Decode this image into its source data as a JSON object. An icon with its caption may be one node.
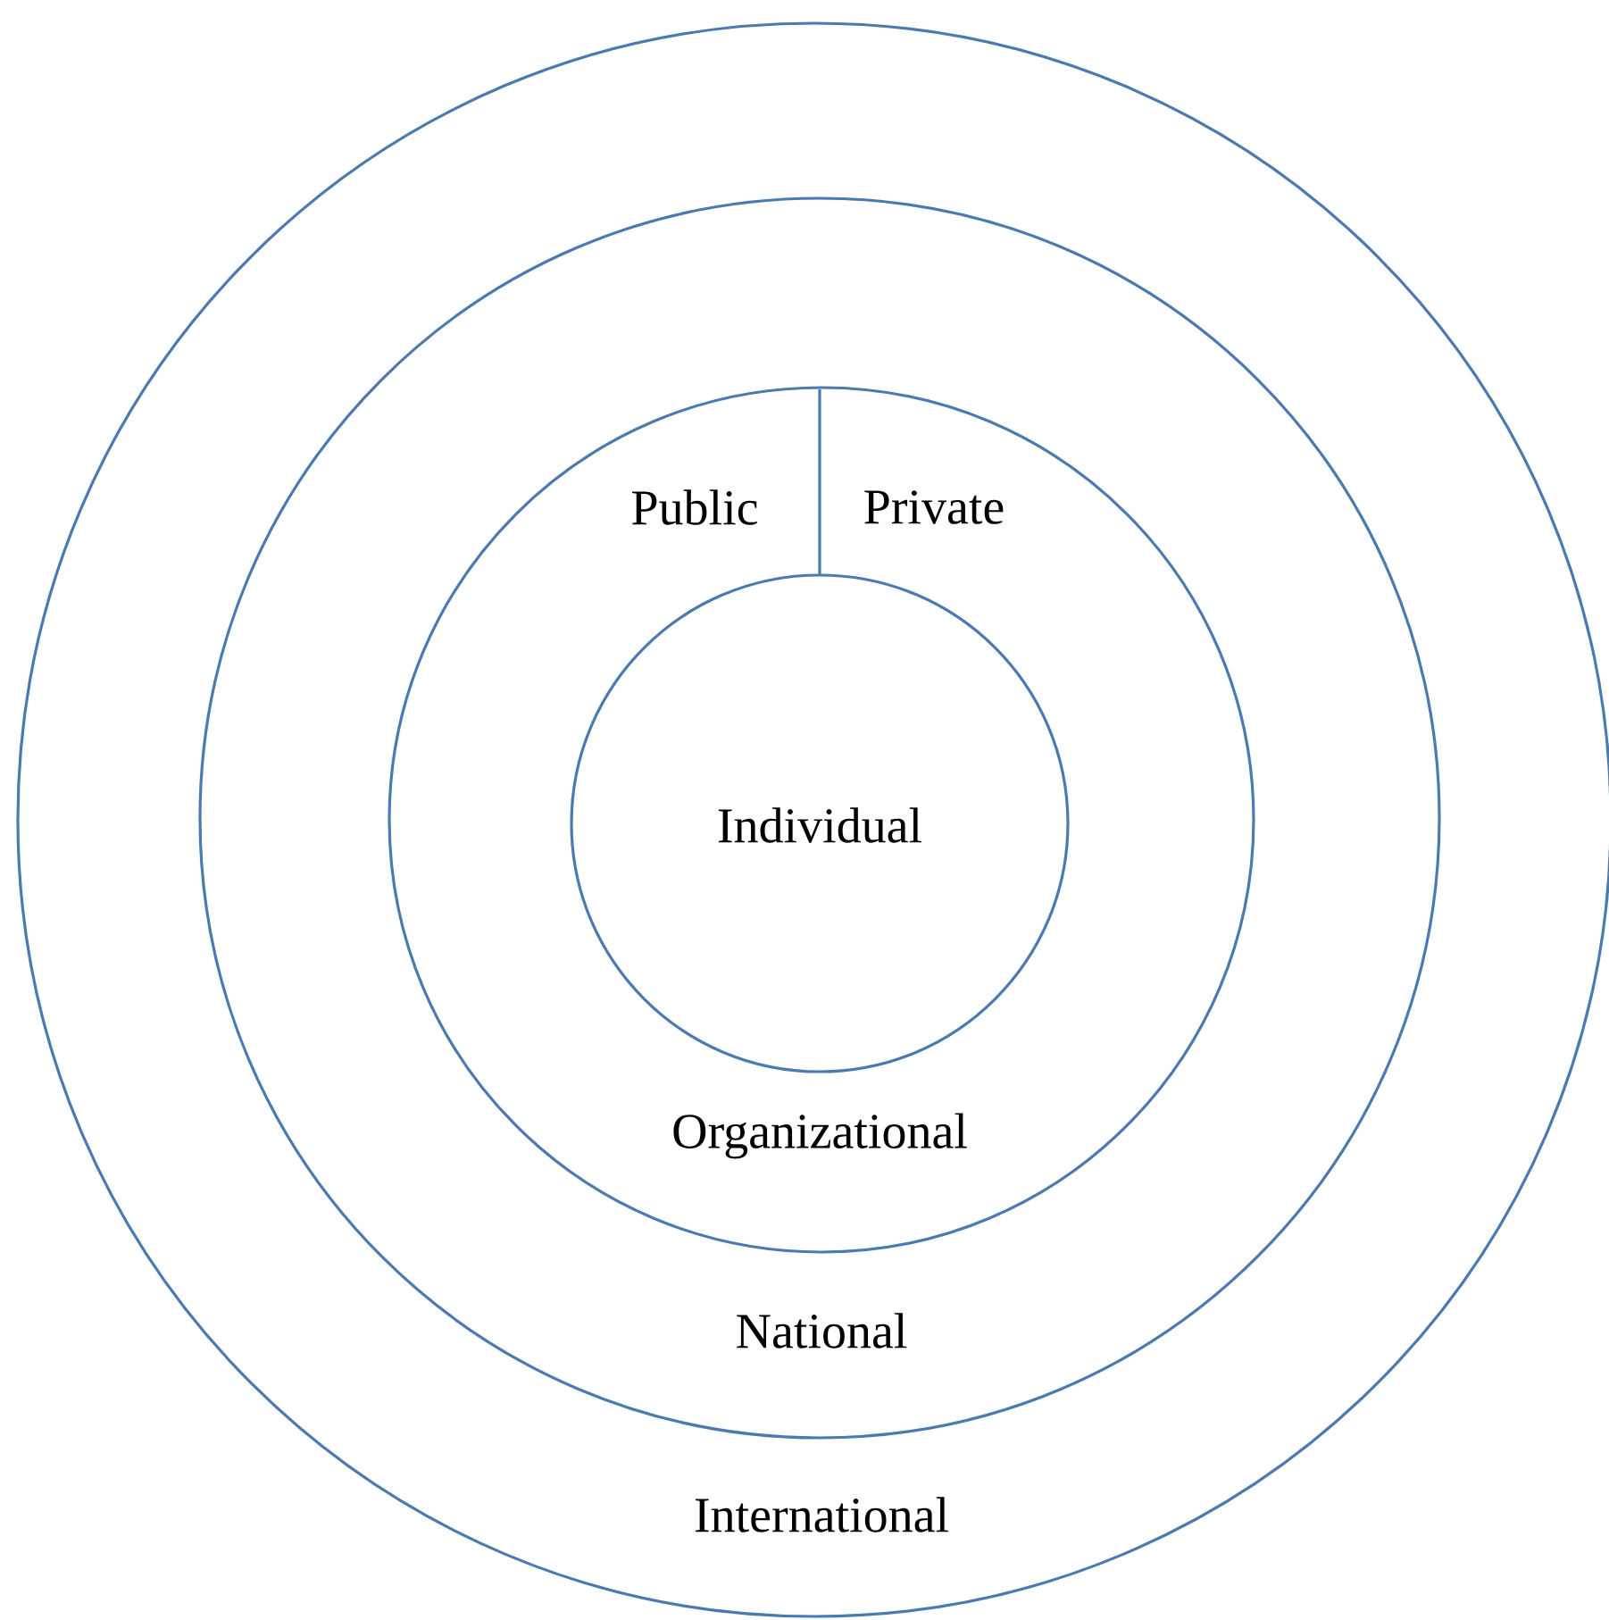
{
  "diagram": {
    "nodes": [
      {
        "text": [
          "International"
        ]
      },
      {
        "text": [
          "National"
        ],
        "in": 0
      },
      {
        "text": [
          "Organizational"
        ],
        "in": 1
      },
      {
        "text": [
          "Individual"
        ],
        "in": 2
      }
    ],
    "labels": [
      "Public",
      "Private"
    ]
  }
}
